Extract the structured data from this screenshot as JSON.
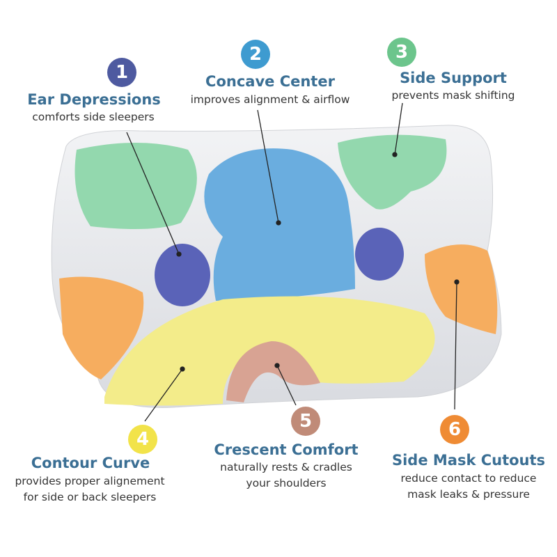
{
  "features": [
    {
      "number": "1",
      "title": "Ear Depressions",
      "desc": [
        "comforts side sleepers"
      ],
      "color": "#4e5aa0"
    },
    {
      "number": "2",
      "title": "Concave Center",
      "desc": [
        "improves alignment & airflow"
      ],
      "color": "#3e9bd0"
    },
    {
      "number": "3",
      "title": "Side Support",
      "desc": [
        "prevents mask shifting"
      ],
      "color": "#6cc58c"
    },
    {
      "number": "4",
      "title": "Contour Curve",
      "desc": [
        "provides proper alignement",
        "for side or back sleepers"
      ],
      "color": "#f2e34a"
    },
    {
      "number": "5",
      "title": "Crescent Comfort",
      "desc": [
        "naturally rests & cradles",
        "your shoulders"
      ],
      "color": "#c08b78"
    },
    {
      "number": "6",
      "title": "Side Mask Cutouts",
      "desc": [
        "reduce contact to reduce",
        "mask leaks & pressure"
      ],
      "color": "#ef8b34"
    }
  ]
}
